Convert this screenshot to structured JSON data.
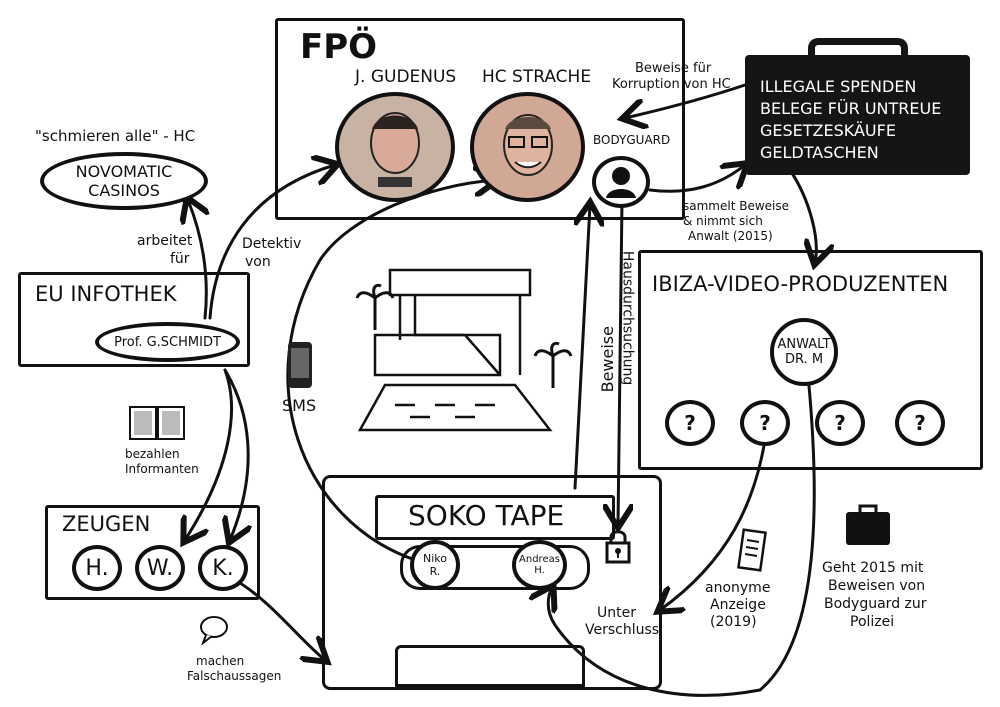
{
  "fpo": {
    "title": "FPÖ",
    "member1": "J. GUDENUS",
    "member2": "HC STRACHE",
    "bodyguard": "BODYGUARD"
  },
  "briefcase": {
    "line1": "ILLEGALE SPENDEN",
    "line2": "BELEGE FÜR UNTREUE",
    "line3": "GESETZESKÄUFE",
    "line4": "GELDTASCHEN"
  },
  "novomatic": {
    "quote": "\"schmieren alle\" - HC",
    "line1": "NOVOMATIC",
    "line2": "CASINOS"
  },
  "eu_infothek": {
    "title": "EU INFOTHEK",
    "person": "Prof. G.SCHMIDT"
  },
  "zeugen": {
    "title": "ZEUGEN",
    "items": [
      "H.",
      "W.",
      "K."
    ]
  },
  "ibiza": {
    "title": "IBIZA-VIDEO-PRODUZENTEN",
    "lawyer_line1": "ANWALT",
    "lawyer_line2": "DR. M",
    "unknowns": [
      "?",
      "?",
      "?",
      "?"
    ]
  },
  "soko": {
    "title": "SOKO TAPE",
    "reel1_line1": "Niko",
    "reel1_line2": "R.",
    "reel2_line1": "Andreas",
    "reel2_line2": "H.",
    "lock_line1": "Unter",
    "lock_line2": "Verschluss"
  },
  "labels": {
    "beweise_line1": "Beweise für",
    "beweise_line2": "Korruption von HC",
    "arbeitet_line1": "arbeitet",
    "arbeitet_line2": "für",
    "detektiv_line1": "Detektiv",
    "detektiv_line2": "von",
    "sammelt_line1": "sammelt Beweise",
    "sammelt_line2": "& nimmt sich",
    "sammelt_line3": "Anwalt (2015)",
    "hausdurchsuchung": "Hausdurchsuchung",
    "beweise_vertical": "Beweise",
    "sms": "SMS",
    "bezahlen_line1": "bezahlen",
    "bezahlen_line2": "Informanten",
    "falsch_line1": "machen",
    "falsch_line2": "Falschaussagen",
    "anzeige_line1": "anonyme",
    "anzeige_line2": "Anzeige",
    "anzeige_line3": "(2019)",
    "polizei_line1": "Geht 2015 mit",
    "polizei_line2": "Beweisen von",
    "polizei_line3": "Bodyguard zur",
    "polizei_line4": "Polizei"
  },
  "icons": [
    "briefcase-icon",
    "person-silhouette-icon",
    "phone-icon",
    "money-icon",
    "speech-bubble-icon",
    "document-icon",
    "padlock-icon",
    "villa-icon",
    "palm-tree-icon"
  ]
}
